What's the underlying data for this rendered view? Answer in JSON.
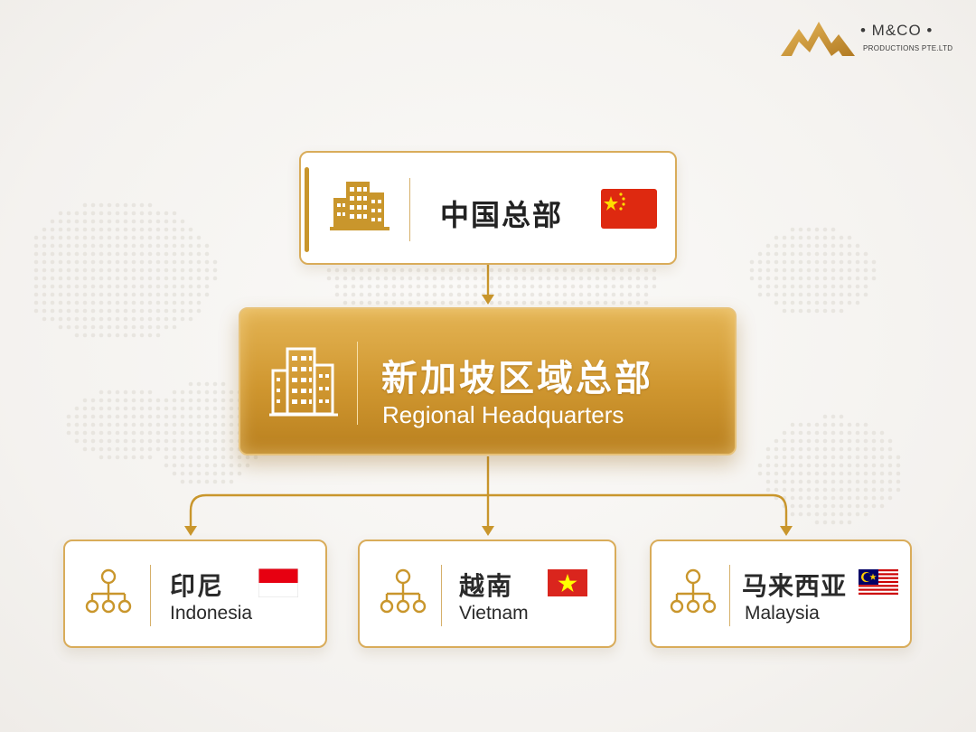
{
  "logo": {
    "name": "• M&CO •",
    "subtitle": "PRODUCTIONS PTE.LTD"
  },
  "top_node": {
    "title": "中国总部",
    "flag": "china-flag",
    "icon": "office-building-icon"
  },
  "regional_node": {
    "title": "新加坡区域总部",
    "subtitle": "Regional Headquarters",
    "icon": "office-building-icon"
  },
  "branches": [
    {
      "title_cn": "印尼",
      "title_en": "Indonesia",
      "flag": "indonesia-flag",
      "icon": "network-icon"
    },
    {
      "title_cn": "越南",
      "title_en": "Vietnam",
      "flag": "vietnam-flag",
      "icon": "network-icon"
    },
    {
      "title_cn": "马来西亚",
      "title_en": "Malaysia",
      "flag": "malaysia-flag",
      "icon": "network-icon"
    }
  ],
  "colors": {
    "accent_gold": "#c9962c",
    "gold_light": "#e4b454",
    "gold_dark": "#b9801f",
    "border_gold": "#d9ac5a",
    "text_dark": "#222222",
    "background": "#f4f2ef"
  }
}
